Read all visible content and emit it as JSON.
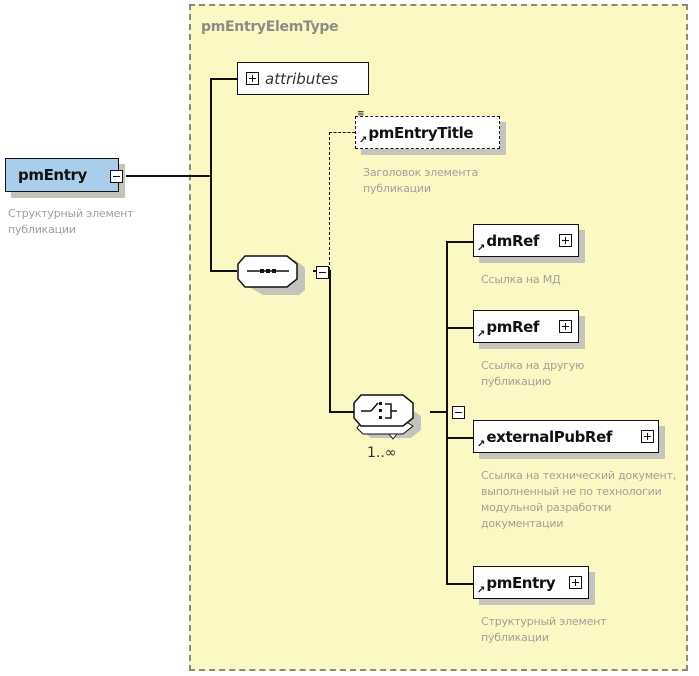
{
  "diagram": {
    "type_name": "pmEntryElemType",
    "root": {
      "name": "pmEntry",
      "description": "Структурный элемент публикации",
      "toggle": "collapse"
    },
    "attributes": {
      "label": "attributes",
      "toggle": "expand"
    },
    "sequence": {
      "compositor": "sequence",
      "toggle": "collapse",
      "children": [
        {
          "name": "pmEntryTitle",
          "description": "Заголовок элемента публикации",
          "optional": true,
          "reference": true,
          "has_documentation_icon": true
        }
      ]
    },
    "choice": {
      "compositor": "choice",
      "multiplicity": "1..∞",
      "toggle": "collapse",
      "children": [
        {
          "name": "dmRef",
          "description": "Ссылка на МД",
          "reference": true,
          "toggle": "expand"
        },
        {
          "name": "pmRef",
          "description": "Ссылка на другую публикацию",
          "reference": true,
          "toggle": "expand"
        },
        {
          "name": "externalPubRef",
          "description": "Ссылка  на технический документ, выполненный не по технологии модульной разработки документации",
          "reference": true,
          "toggle": "expand"
        },
        {
          "name": "pmEntry",
          "description": "Структурный элемент публикации",
          "reference": true,
          "toggle": "expand"
        }
      ]
    },
    "colors": {
      "type_background": "#fbf8c4",
      "root_element_fill": "#a9cdea",
      "element_fill": "#ffffff",
      "description_text": "#a29f98",
      "type_border": "#8a8a80"
    }
  }
}
